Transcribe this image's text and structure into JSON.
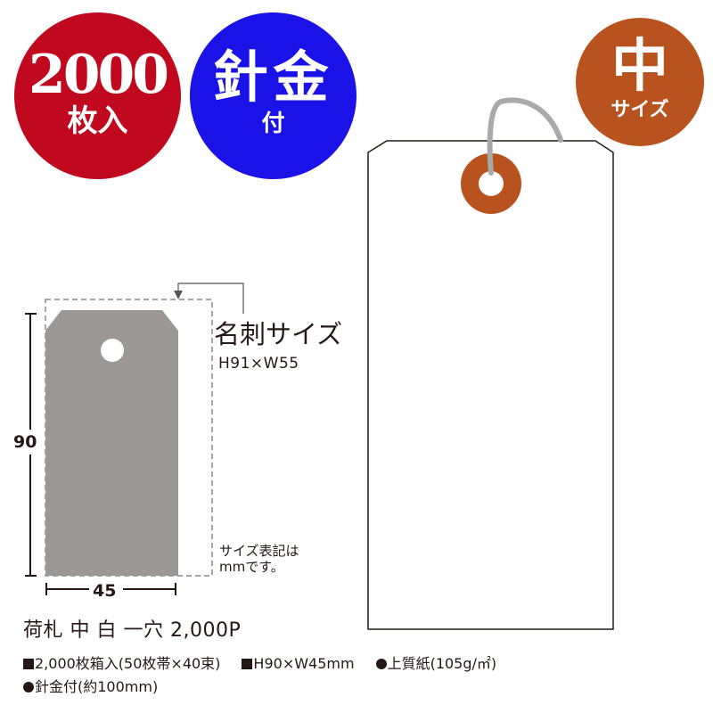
{
  "badges": {
    "count": {
      "main": "2000",
      "sub": "枚入",
      "color": "#c0081f"
    },
    "wire": {
      "main": "針金",
      "sub": "付",
      "color": "#1a12e6"
    },
    "size": {
      "main": "中",
      "sub": "サイズ",
      "color": "#b8531f"
    }
  },
  "tag_illustration": {
    "eyelet_color": "#b8531f",
    "wire_color": "#a9a9a9",
    "outline_color": "#231815"
  },
  "size_diagram": {
    "card_label": "名刺サイズ",
    "card_size": "H91×W55",
    "height_label": "90",
    "width_label": "45",
    "unit_note_line1": "サイズ表記は",
    "unit_note_line2": "mmです。",
    "tag_fill": "#9c9896"
  },
  "product": {
    "title": "荷札 中 白 一穴 2,000P",
    "specs": [
      {
        "bullet": "square",
        "text": "2,000枚箱入(50枚帯×40束)"
      },
      {
        "bullet": "square",
        "text": "H90×W45mm"
      },
      {
        "bullet": "circle",
        "text": "上質紙(105g/㎡)"
      },
      {
        "bullet": "circle",
        "text": "針金付(約100mm)"
      }
    ]
  }
}
